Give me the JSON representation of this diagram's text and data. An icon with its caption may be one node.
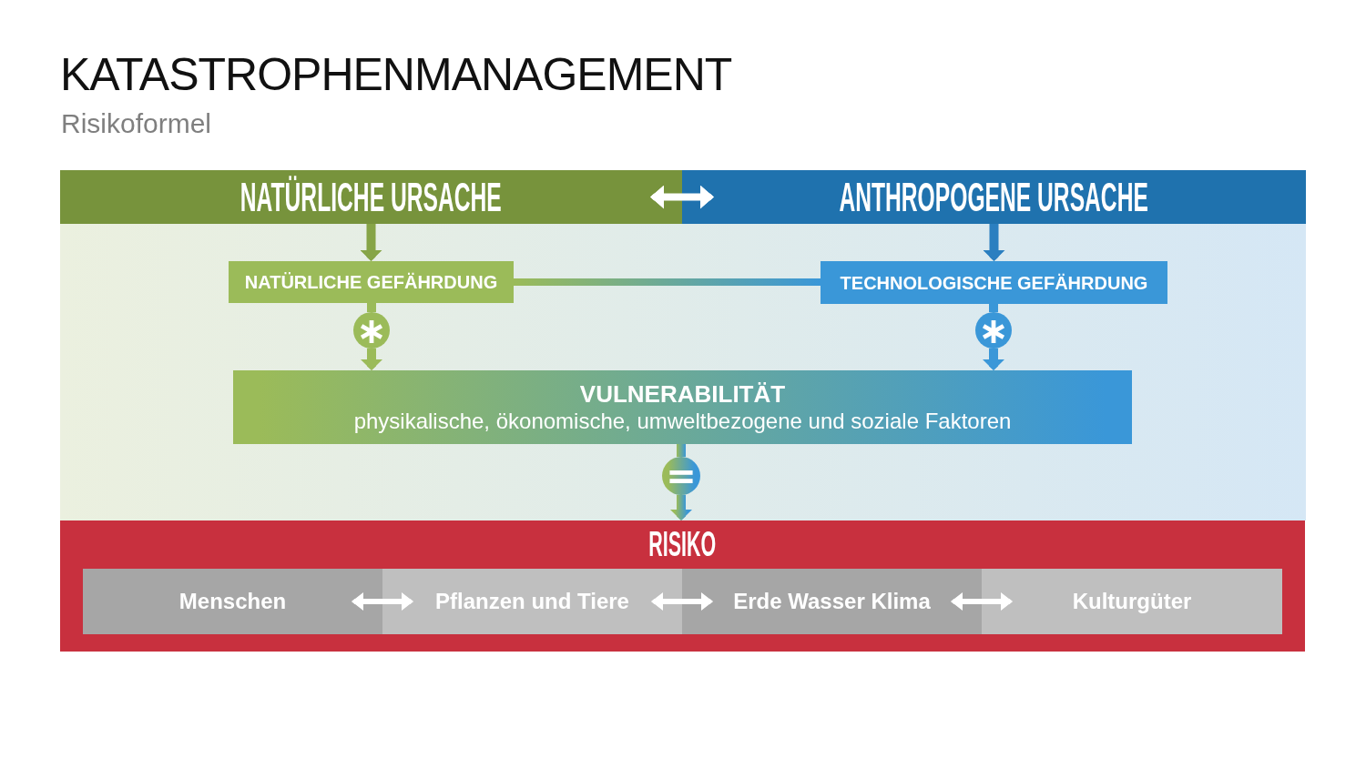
{
  "diagram": {
    "title": "KATASTROPHENMANAGEMENT",
    "nodes": [
      {
        "text": [
          "NATÜRLICHE URSACHE"
        ]
      },
      {
        "text": [
          "ANTHROPOGENE URSACHE"
        ]
      },
      {
        "text": [
          "NATÜRLICHE GEFÄHRDUNG"
        ]
      },
      {
        "text": [
          "TECHNOLOGISCHE GEFÄHRDUNG"
        ]
      },
      {
        "text": [
          "∗"
        ]
      },
      {
        "text": [
          "∗"
        ]
      },
      {
        "text": [
          "VULNERABILITÄT",
          "physikalische, ökonomische, umweltbezogene und soziale Faktoren"
        ]
      },
      {
        "text": [
          "="
        ]
      },
      {
        "text": [
          "RISIKO"
        ]
      },
      {
        "text": [
          "Menschen"
        ],
        "in": 8
      },
      {
        "text": [
          "Pflanzen und Tiere"
        ],
        "in": 8
      },
      {
        "text": [
          "Erde Wasser Klima"
        ],
        "in": 8
      },
      {
        "text": [
          "Kulturgüter"
        ],
        "in": 8
      }
    ],
    "edges": [
      {
        "from": 0,
        "to": 1,
        "arrow": "both",
        "color": "#ffffff"
      },
      {
        "from": 0,
        "to": 2,
        "arrow": "to",
        "color": "#86a447"
      },
      {
        "from": 1,
        "to": 3,
        "arrow": "to",
        "color": "#2b7fc0"
      },
      {
        "from": 2,
        "to": 3,
        "arrow": "none"
      },
      {
        "from": 2,
        "to": 4,
        "arrow": "none",
        "color": "#9bbb59"
      },
      {
        "from": 4,
        "to": 6,
        "arrow": "to",
        "color": "#9bbb59"
      },
      {
        "from": 3,
        "to": 5,
        "arrow": "none",
        "color": "#3a97d8"
      },
      {
        "from": 5,
        "to": 6,
        "arrow": "to",
        "color": "#3a97d8"
      },
      {
        "from": 6,
        "to": 7,
        "arrow": "none"
      },
      {
        "from": 7,
        "to": 8,
        "arrow": "to"
      },
      {
        "from": 9,
        "to": 10,
        "arrow": "both",
        "color": "#ffffff"
      },
      {
        "from": 10,
        "to": 11,
        "arrow": "both",
        "color": "#ffffff"
      },
      {
        "from": 11,
        "to": 12,
        "arrow": "both",
        "color": "#ffffff"
      }
    ],
    "labels": [
      "Risikoformel"
    ]
  }
}
